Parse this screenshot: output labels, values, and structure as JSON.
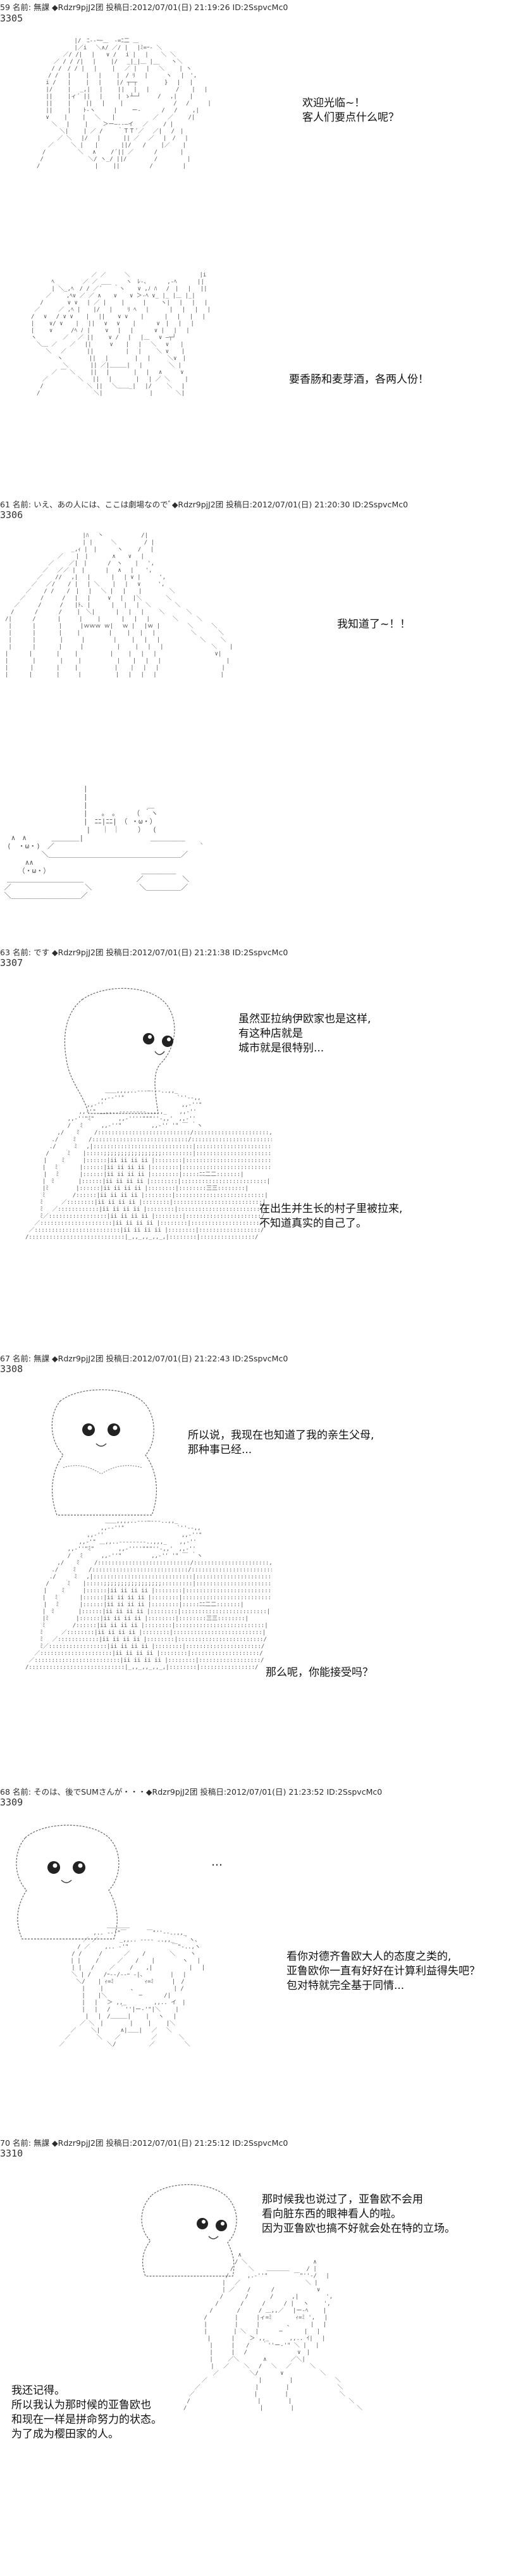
{
  "posts": [
    {
      "header": "59 名前: 無課 ◆Rdzr9pjJ2团 投稿日:2012/07/01(日) 21:19:26 ID:2SspvcMc0",
      "number": "3305",
      "dialogues": [
        "欢迎光临~！\n客人们要点什么呢？",
        "要香肠和麦芽酒，各两人份！"
      ]
    },
    {
      "header": "61 名前: いえ、あの人には、ここは劇場なのでﾞ◆Rdzr9pjJ2团 投稿日:2012/07/01(日) 21:20:30 ID:2SspvcMc0",
      "number": "3306",
      "dialogues": [
        "我知道了~！！"
      ]
    },
    {
      "header": "63 名前: です ◆Rdzr9pjJ2团 投稿日:2012/07/01(日) 21:21:38 ID:2SspvcMc0",
      "number": "3307",
      "dialogues": [
        "虽然亚拉纳伊欧家也是这样,\n有这种店就是\n城市就是很特别...",
        "在出生并生长的村子里被拉来,\n不知道真实的自己了。"
      ]
    },
    {
      "header": "67 名前: 無課 ◆Rdzr9pjJ2团 投稿日:2012/07/01(日) 21:22:43 ID:2SspvcMc0",
      "number": "3308",
      "dialogues": [
        "所以说，我现在也知道了我的亲生父母,\n那种事已经...",
        "那么呢，你能接受吗？"
      ]
    },
    {
      "header": "68 名前: そのは、後でSUMさんが・・・◆Rdzr9pjJ2团 投稿日:2012/07/01(日) 21:23:52 ID:2SspvcMc0",
      "number": "3309",
      "dialogues": [
        "看你对德齐鲁欧大人的态度之类的,\n亚鲁欧你一直有好好在计算利益得失吧？\n包对特就完全基于同情..."
      ]
    },
    {
      "header": "70 名前: 無課 ◆Rdzr9pjJ2团 投稿日:2012/07/01(日) 21:25:12 ID:2SspvcMc0",
      "number": "3310",
      "dialogues": [
        "那时候我也说过了，亚鲁欧不会用\n看向脏东西的眼神看人的啦。\n因为亚鲁欧也搞不好就会处在特的立场。",
        "我还记得。\n所以我认为那时候的亚鲁欧也\n和现在一样是拼命努力的状态。\n为了成为樱田家的人。"
      ]
    }
  ],
  "ellipsis": "…",
  "colors": {
    "text": "#111111",
    "ascii_art": "#555555",
    "background": "#ffffff"
  }
}
